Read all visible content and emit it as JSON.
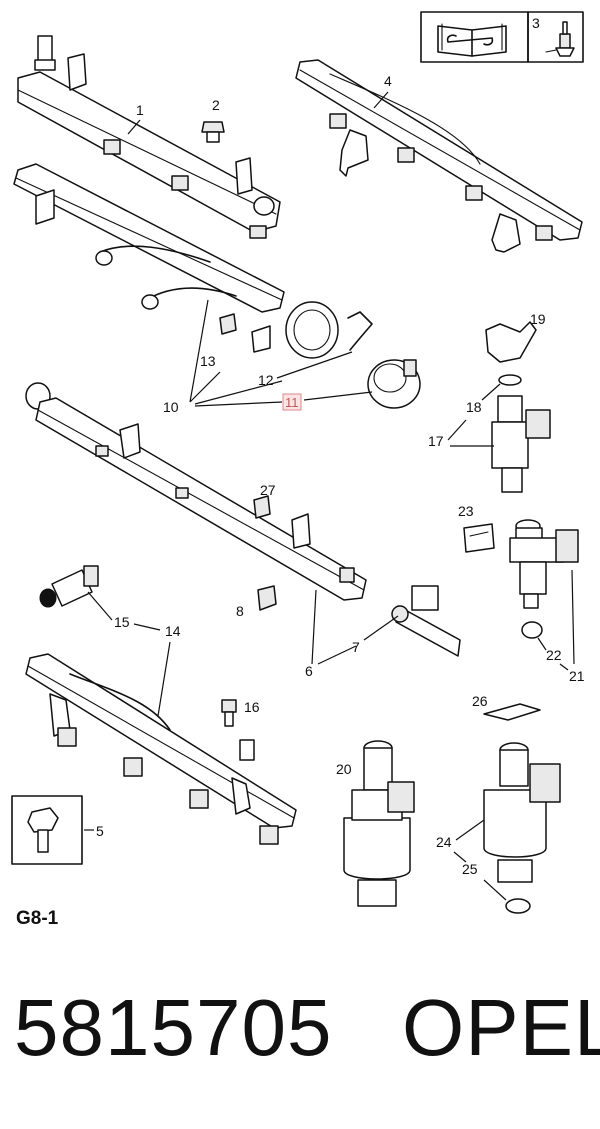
{
  "diagram": {
    "callouts": {
      "c1": "1",
      "c2": "2",
      "c3": "3",
      "c4": "4",
      "c5": "5",
      "c6": "6",
      "c7": "7",
      "c8": "8",
      "c10": "10",
      "c11": "11",
      "c12": "12",
      "c13": "13",
      "c14": "14",
      "c15": "15",
      "c16": "16",
      "c17": "17",
      "c18": "18",
      "c19": "19",
      "c20": "20",
      "c21": "21",
      "c22": "22",
      "c23": "23",
      "c24": "24",
      "c25": "25",
      "c26": "26",
      "c27": "27"
    },
    "highlighted_callout": "11",
    "icons": {
      "manual": "manual-book-icon",
      "tools": "wrench-icon",
      "fastener": "bolt-icon"
    },
    "colors": {
      "line": "#111111",
      "highlight_fill": "#fde3e3",
      "highlight_text": "#c05a5a"
    }
  },
  "footer": {
    "group_code": "G8-1",
    "part_number": "5815705",
    "brand": "OPEL"
  }
}
